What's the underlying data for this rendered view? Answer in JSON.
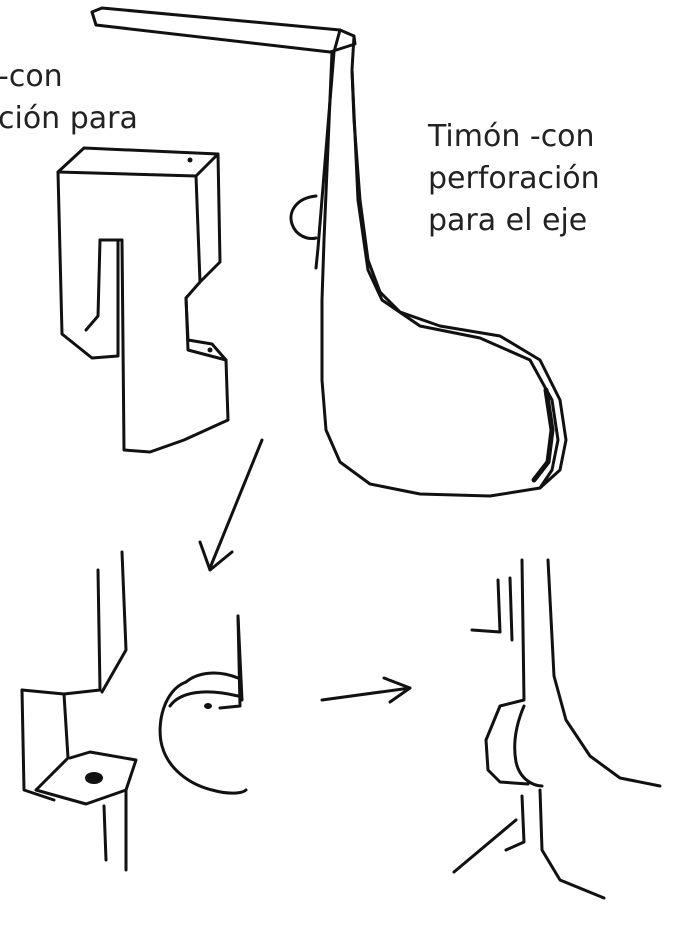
{
  "labels": {
    "left": {
      "line1": "-con",
      "line2": "ción para"
    },
    "right": {
      "line1": "Timón -con",
      "line2": "perforación",
      "line3": "para el eje"
    }
  },
  "colors": {
    "ink": "#111111",
    "text": "#222222",
    "background": "#ffffff"
  }
}
